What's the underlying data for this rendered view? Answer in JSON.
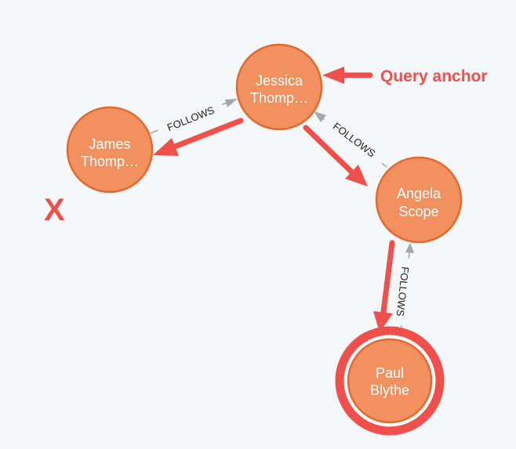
{
  "graph": {
    "nodes": [
      {
        "id": "jessica",
        "lines": [
          "Jessica",
          "Thomp…"
        ]
      },
      {
        "id": "james",
        "lines": [
          "James",
          "Thomp…"
        ]
      },
      {
        "id": "angela",
        "lines": [
          "Angela",
          "Scope"
        ]
      },
      {
        "id": "paul",
        "lines": [
          "Paul",
          "Blythe"
        ]
      }
    ],
    "edges": [
      {
        "from": "james",
        "to": "jessica",
        "label": "FOLLOWS"
      },
      {
        "from": "angela",
        "to": "jessica",
        "label": "FOLLOWS"
      },
      {
        "from": "paul",
        "to": "angela",
        "label": "FOLLOWS"
      }
    ]
  },
  "annotations": {
    "query_anchor_label": "Query anchor",
    "excluded_mark": "X"
  },
  "colors": {
    "node_fill": "#f0915f",
    "node_stroke": "#e06a32",
    "highlight": "#f0504b",
    "edge": "#a4a8ad"
  }
}
